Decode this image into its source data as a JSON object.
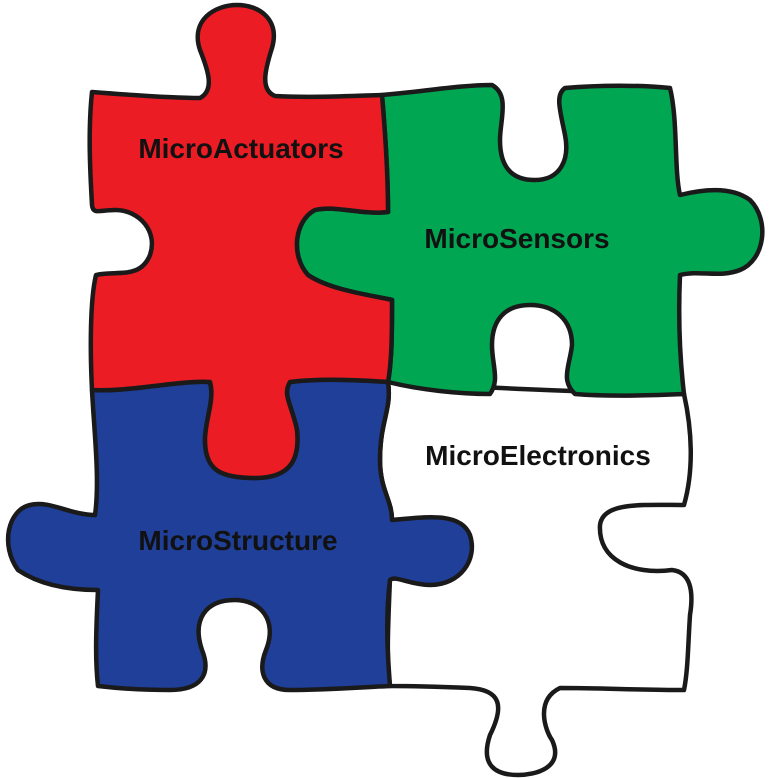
{
  "diagram": {
    "pieces": [
      {
        "id": "actuators",
        "label": "MicroActuators",
        "color": "#ec1c24"
      },
      {
        "id": "sensors",
        "label": "MicroSensors",
        "color": "#00a651"
      },
      {
        "id": "structure",
        "label": "MicroStructure",
        "color": "#1f3f99"
      },
      {
        "id": "electronics",
        "label": "MicroElectronics",
        "color": "#ffffff"
      }
    ],
    "outline_color": "#1a1a1a"
  }
}
